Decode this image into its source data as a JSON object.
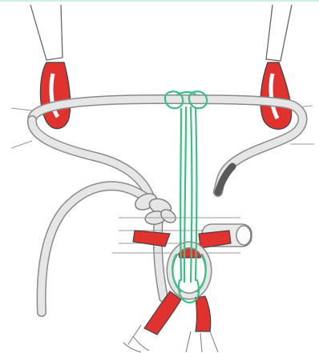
{
  "diagram": {
    "subject": "rope-anchor-rigging-illustration",
    "parts": [
      "left-anchor-sling",
      "right-anchor-sling",
      "grey-rope",
      "green-cordelette",
      "figure-eight-knot",
      "red-harness-webbing",
      "belay-loop",
      "leg-loops"
    ]
  },
  "colors": {
    "background": "#ffffff",
    "rope_fill": "#e6e6e6",
    "rope_outline": "#8a8a8a",
    "rope_dark": "#5a5a5a",
    "cord_green": "#3dbf84",
    "webbing_red": "#e0322e",
    "outline": "#555555"
  }
}
